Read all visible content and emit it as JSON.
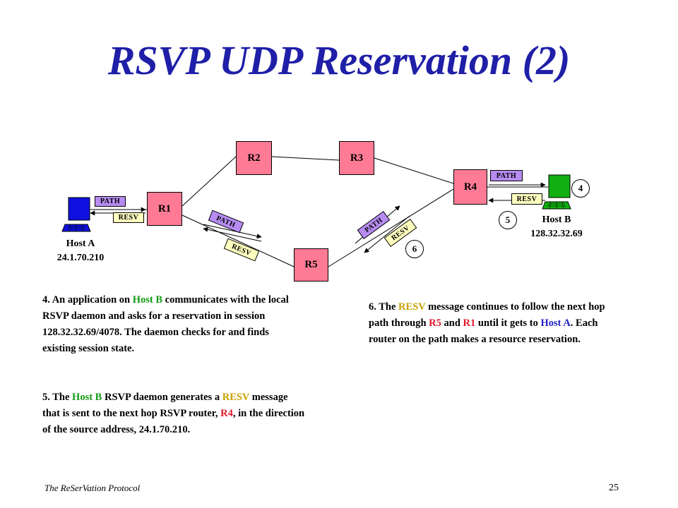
{
  "title": "RSVP UDP Reservation (2)",
  "routers": {
    "r1": "R1",
    "r2": "R2",
    "r3": "R3",
    "r4": "R4",
    "r5": "R5"
  },
  "messages": {
    "path": "PATH",
    "resv": "RESV"
  },
  "hosts": {
    "a_name": "Host A",
    "a_addr": "24.1.70.210",
    "b_name": "Host B",
    "b_addr": "128.32.32.69"
  },
  "steps": {
    "n4": "4",
    "n5": "5",
    "n6": "6"
  },
  "para4": {
    "t1": "4. An application on ",
    "hostb": "Host B",
    "t2": " communicates with the local RSVP daemon and asks for a reservation in session 128.32.32.69/4078. The daemon checks for and finds existing session state."
  },
  "para5": {
    "t1": "5. The ",
    "hostb": "Host B",
    "t2": " RSVP daemon generates a ",
    "resv": "RESV",
    "t3": " message that is sent to the next hop RSVP router, ",
    "r4": "R4",
    "t4": ", in the direction of the source address, 24.1.70.210."
  },
  "para6": {
    "t1": "6. The ",
    "resv": "RESV",
    "t2": " message continues to follow the next hop path through ",
    "r5": "R5",
    "t3": " and ",
    "r1": "R1",
    "t4": " until it gets to ",
    "hosta": "Host A",
    "t5": ". Each router on the path makes a resource reservation."
  },
  "footer": {
    "left": "The ReSerVation Protocol",
    "page": "25"
  },
  "colors": {
    "title": "#1f1fa8",
    "router": "#ff7b95",
    "path_box": "#b68cf0",
    "resv_box": "#ffffc0",
    "host_a": "#1010e0",
    "host_b": "#10b010",
    "host_b_text": "#119b11",
    "resv_text": "#c8a000",
    "router_text": "#e0192c",
    "host_a_text": "#1f1fc8"
  }
}
